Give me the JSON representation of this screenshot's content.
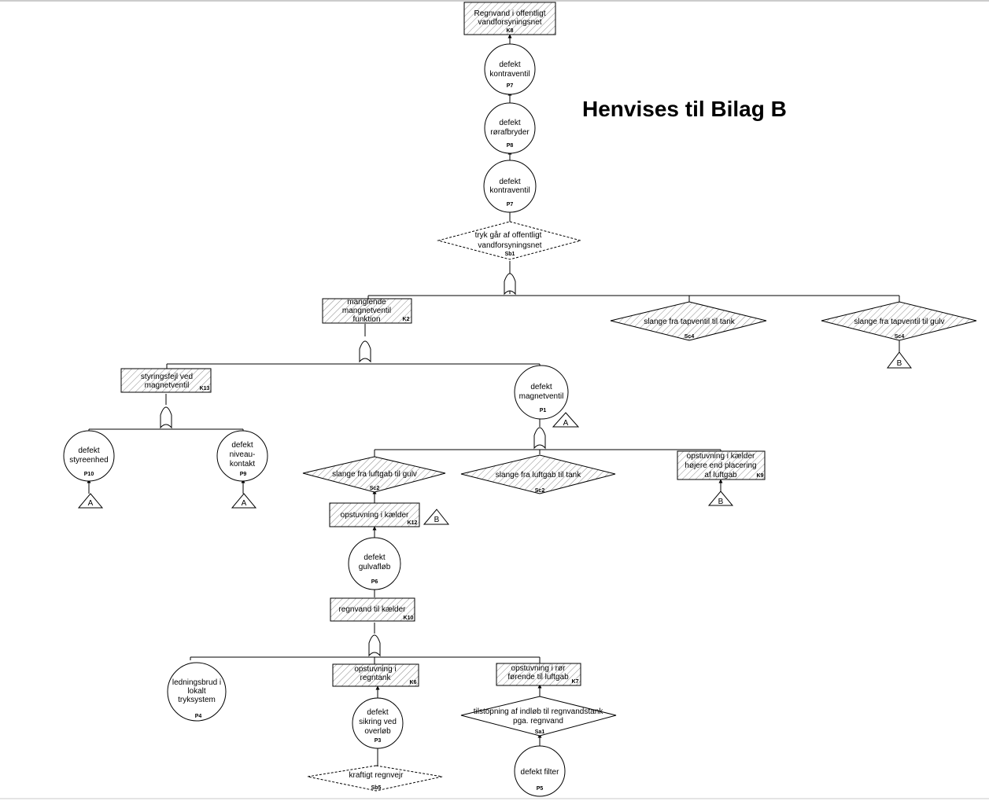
{
  "title": "Henvises til Bilag B",
  "nodes": {
    "k8": {
      "lines": [
        "Regnvand i offentligt",
        "vandforsyningsnet"
      ],
      "code": "K8"
    },
    "p7a": {
      "lines": [
        "defekt",
        "kontraventil"
      ],
      "code": "P7"
    },
    "p8": {
      "lines": [
        "defekt",
        "rørafbryder"
      ],
      "code": "P8"
    },
    "p7b": {
      "lines": [
        "defekt",
        "kontraventil"
      ],
      "code": "P7"
    },
    "sb1": {
      "lines": [
        "tryk går af offentligt",
        "vandforsyningsnet"
      ],
      "code": "Sb1"
    },
    "k2": {
      "lines": [
        "manglende",
        "mangnetventil",
        "funktion"
      ],
      "code": "K2"
    },
    "sc4a": {
      "lines": [
        "slange fra tapventil til tank"
      ],
      "code": "Sc4"
    },
    "sc4b": {
      "lines": [
        "slange fra tapventil til gulv"
      ],
      "code": "Sc4"
    },
    "k13": {
      "lines": [
        "styringsfejl ved",
        "magnetventil"
      ],
      "code": "K13"
    },
    "p1": {
      "lines": [
        "defekt",
        "magnetventil"
      ],
      "code": "P1"
    },
    "p10": {
      "lines": [
        "defekt",
        "styreenhed"
      ],
      "code": "P10"
    },
    "p9": {
      "lines": [
        "defekt",
        "niveau-",
        "kontakt"
      ],
      "code": "P9"
    },
    "sc2a": {
      "lines": [
        "slange fra luftgab til gulv"
      ],
      "code": "Sc2"
    },
    "sc2b": {
      "lines": [
        "slange fra luftgab til tank"
      ],
      "code": "Sc2"
    },
    "k9": {
      "lines": [
        "opstuvning i kælder",
        "højere end placering",
        "af luftgab"
      ],
      "code": "K9"
    },
    "k12": {
      "lines": [
        "opstuvning i kælder"
      ],
      "code": "K12"
    },
    "p6": {
      "lines": [
        "defekt",
        "gulvafløb"
      ],
      "code": "P6"
    },
    "k10": {
      "lines": [
        "regnvand til kælder"
      ],
      "code": "K10"
    },
    "p4": {
      "lines": [
        "ledningsbrud i",
        "lokalt",
        "tryksystem"
      ],
      "code": "P4"
    },
    "k6": {
      "lines": [
        "opstuvning i",
        "regntank"
      ],
      "code": "K6"
    },
    "k7": {
      "lines": [
        "opstuvning i rør",
        "førende til luftgab"
      ],
      "code": "K7"
    },
    "p3": {
      "lines": [
        "defekt",
        "sikring ved",
        "overløb"
      ],
      "code": "P3"
    },
    "sa1": {
      "lines": [
        "tilstopning af indløb til regnvandstank",
        "pga. regnvand"
      ],
      "code": "Sa1"
    },
    "sb5": {
      "lines": [
        "kraftigt regnvejr"
      ],
      "code": "Sb5"
    },
    "p5": {
      "lines": [
        "defekt filter"
      ],
      "code": "P5"
    }
  },
  "transfers": {
    "a_p1": "A",
    "a_p10": "A",
    "a_p9": "A",
    "b_k12": "B",
    "b_k9": "B",
    "b_sc4b": "B"
  },
  "colors": {
    "line": "#000000",
    "hatch": "#8a8a8a",
    "frame": "#9a9a9a"
  }
}
